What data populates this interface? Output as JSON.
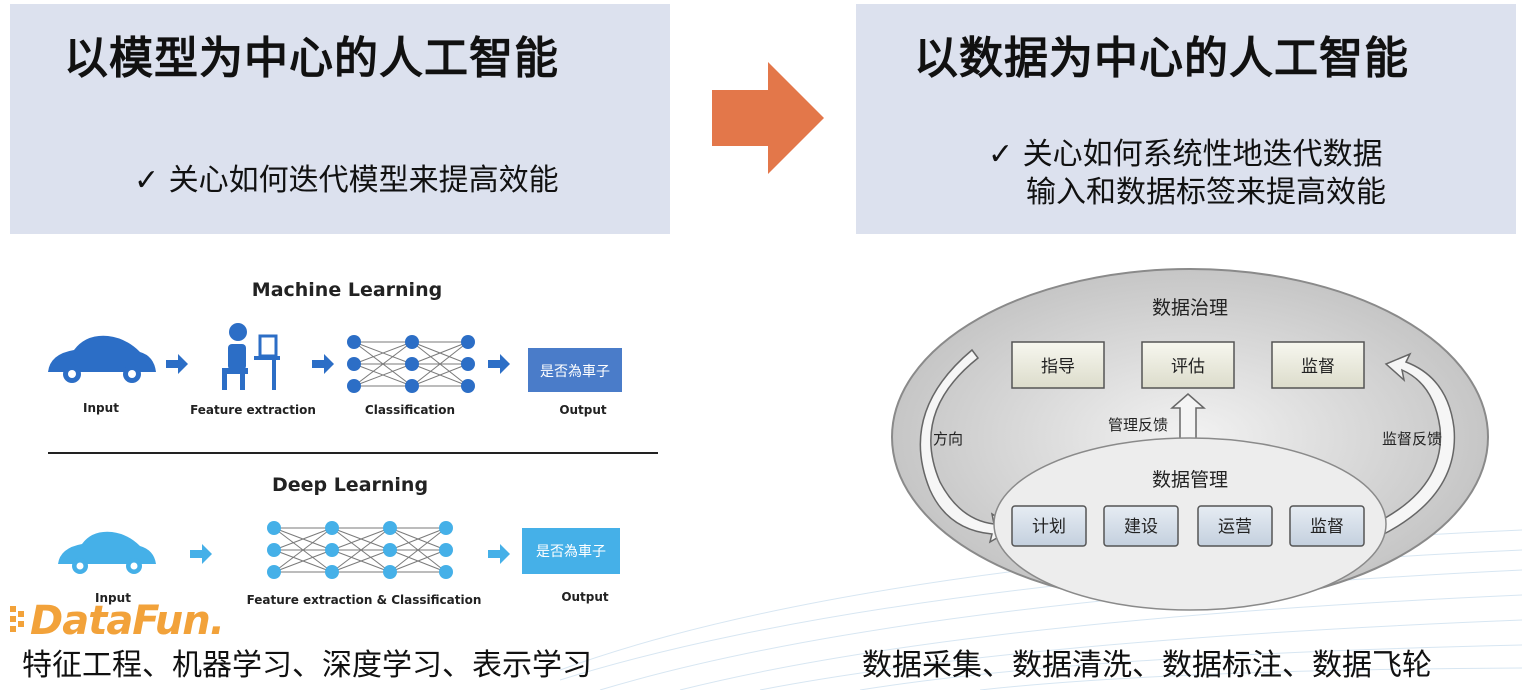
{
  "left": {
    "title": "以模型为中心的人工智能",
    "bullet": "✓ 关心如何迭代模型来提高效能",
    "caption": "特征工程、机器学习、深度学习、表示学习",
    "figure": {
      "ml_title": "Machine Learning",
      "ml_labels": [
        "Input",
        "Feature extraction",
        "Classification",
        "Output"
      ],
      "dl_title": "Deep Learning",
      "dl_labels": [
        "Input",
        "Feature extraction & Classification",
        "Output"
      ],
      "output_text": "是否為車子"
    }
  },
  "right": {
    "title": "以数据为中心的人工智能",
    "bullet_line1": "✓ 关心如何系统性地迭代数据",
    "bullet_line2": "输入和数据标签来提高效能",
    "caption": "数据采集、数据清洗、数据标注、数据飞轮",
    "figure": {
      "outer_title": "数据治理",
      "top_boxes": [
        "指导",
        "评估",
        "监督"
      ],
      "inner_title": "数据管理",
      "bottom_boxes": [
        "计划",
        "建设",
        "运营",
        "监督"
      ],
      "left_arrow_label": "方向",
      "middle_arrow_label": "管理反馈",
      "right_arrow_label": "监督反馈"
    }
  },
  "logo": "DataFun.",
  "colors": {
    "panel": "#dce1ee",
    "arrow": "#e3774a",
    "ml_blue": "#2c6ec6",
    "dl_blue": "#45b0e8",
    "logo": "#f2a23a"
  }
}
